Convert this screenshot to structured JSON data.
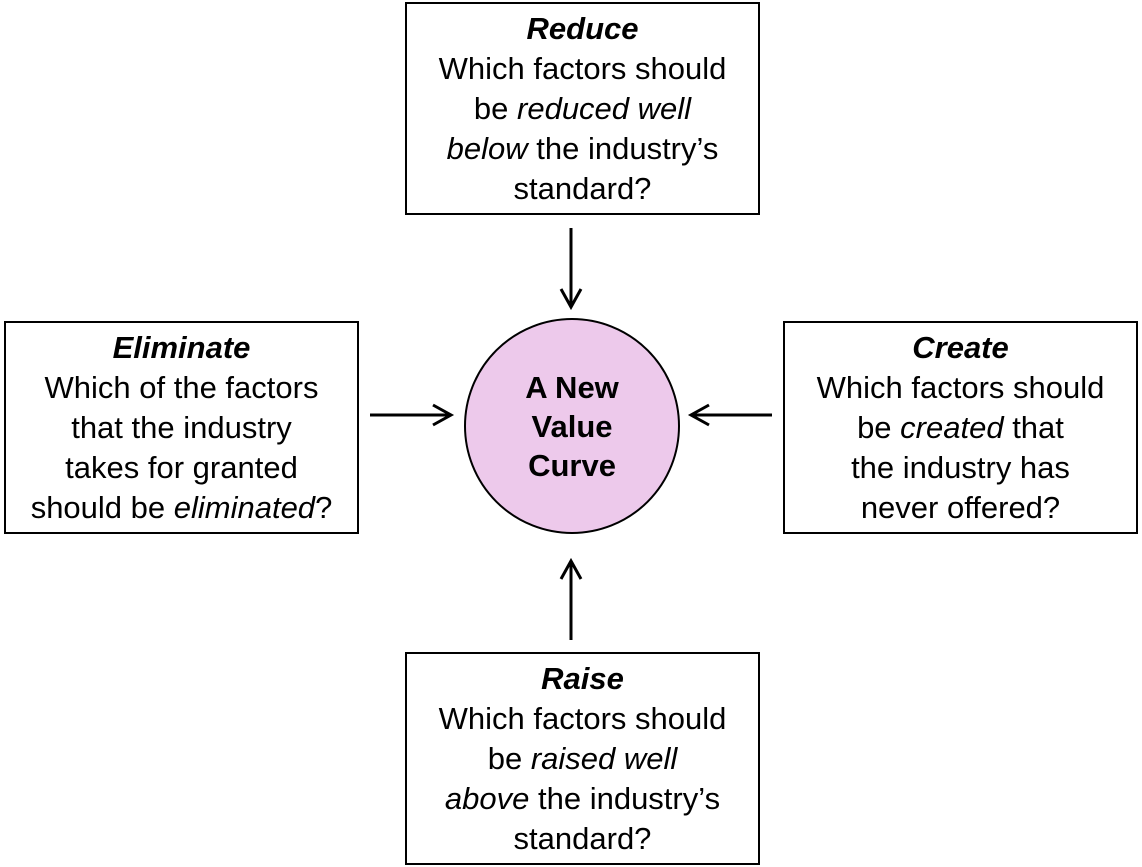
{
  "colors": {
    "center_fill": "#EDC9EB",
    "stroke": "#000000",
    "box_fill": "#FFFFFF"
  },
  "reduce": {
    "title": "Reduce",
    "lines": [
      [
        {
          "text": "Which factors should",
          "italic": false
        }
      ],
      [
        {
          "text": "be ",
          "italic": false
        },
        {
          "text": "reduced well",
          "italic": true
        }
      ],
      [
        {
          "text": "below",
          "italic": true
        },
        {
          "text": " the industry’s",
          "italic": false
        }
      ],
      [
        {
          "text": "standard?",
          "italic": false
        }
      ]
    ]
  },
  "eliminate": {
    "title": "Eliminate",
    "lines": [
      [
        {
          "text": "Which of the factors",
          "italic": false
        }
      ],
      [
        {
          "text": "that the industry",
          "italic": false
        }
      ],
      [
        {
          "text": "takes for granted",
          "italic": false
        }
      ],
      [
        {
          "text": "should be ",
          "italic": false
        },
        {
          "text": "eliminated",
          "italic": true
        },
        {
          "text": "?",
          "italic": false
        }
      ]
    ]
  },
  "create": {
    "title": "Create",
    "lines": [
      [
        {
          "text": "Which factors should",
          "italic": false
        }
      ],
      [
        {
          "text": "be ",
          "italic": false
        },
        {
          "text": "created",
          "italic": true
        },
        {
          "text": " that",
          "italic": false
        }
      ],
      [
        {
          "text": "the industry has",
          "italic": false
        }
      ],
      [
        {
          "text": "never offered?",
          "italic": false
        }
      ]
    ]
  },
  "raise": {
    "title": "Raise",
    "lines": [
      [
        {
          "text": "Which factors should",
          "italic": false
        }
      ],
      [
        {
          "text": "be ",
          "italic": false
        },
        {
          "text": "raised well",
          "italic": true
        }
      ],
      [
        {
          "text": "above",
          "italic": true
        },
        {
          "text": " the industry’s",
          "italic": false
        }
      ],
      [
        {
          "text": "standard?",
          "italic": false
        }
      ]
    ]
  },
  "center": {
    "lines": [
      "A New",
      "Value",
      "Curve"
    ]
  }
}
